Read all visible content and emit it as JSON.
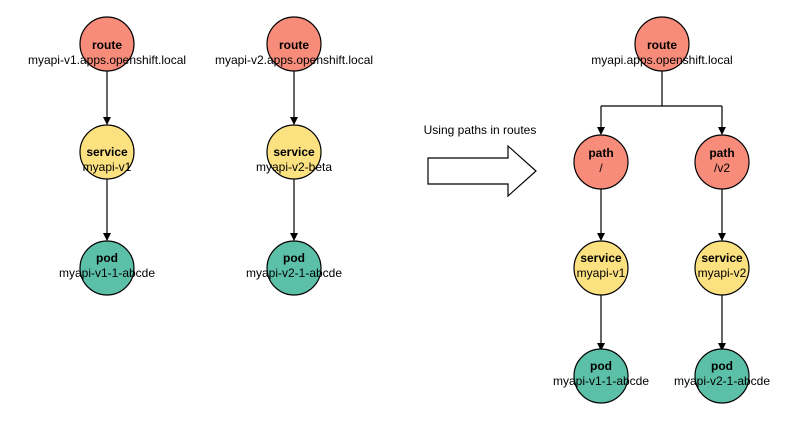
{
  "colors": {
    "route": "#F88C7B",
    "path": "#F88C7B",
    "service": "#FCE181",
    "pod": "#5CBFA7",
    "stroke": "#000000"
  },
  "caption": "Using paths in routes",
  "left_stack_1": {
    "route": {
      "title": "route",
      "sub": "myapi-v1.apps.openshift.local"
    },
    "service": {
      "title": "service",
      "sub": "myapi-v1"
    },
    "pod": {
      "title": "pod",
      "sub": "myapi-v1-1-abcde"
    }
  },
  "left_stack_2": {
    "route": {
      "title": "route",
      "sub": "myapi-v2.apps.openshift.local"
    },
    "service": {
      "title": "service",
      "sub": "myapi-v2-beta"
    },
    "pod": {
      "title": "pod",
      "sub": "myapi-v2-1-abcde"
    }
  },
  "right_tree": {
    "route": {
      "title": "route",
      "sub": "myapi.apps.openshift.local"
    },
    "branch_1": {
      "path": {
        "title": "path",
        "sub": "/"
      },
      "service": {
        "title": "service",
        "sub": "myapi-v1"
      },
      "pod": {
        "title": "pod",
        "sub": "myapi-v1-1-abcde"
      }
    },
    "branch_2": {
      "path": {
        "title": "path",
        "sub": "/v2"
      },
      "service": {
        "title": "service",
        "sub": "myapi-v2"
      },
      "pod": {
        "title": "pod",
        "sub": "myapi-v2-1-abcde"
      }
    }
  }
}
